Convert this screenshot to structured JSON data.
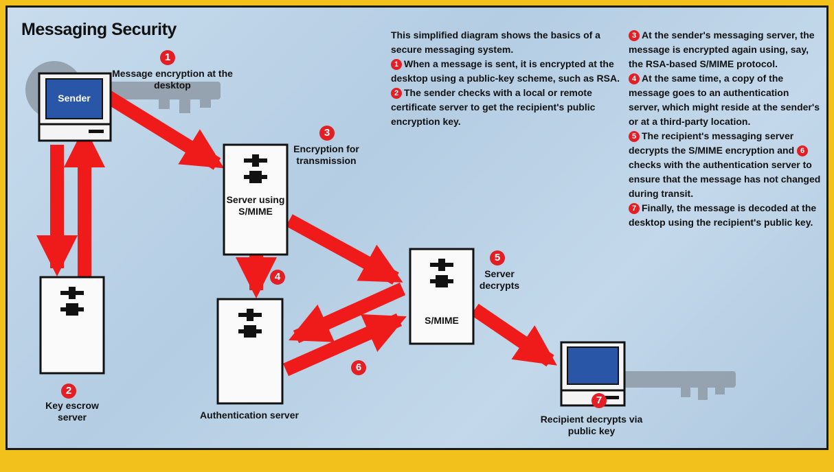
{
  "title": "Messaging Security",
  "labels": {
    "sender": "Sender",
    "step1_caption": "Message encryption at the desktop",
    "step3_caption": "Encryption for transmission",
    "server_using_smime": "Server using S/MIME",
    "key_escrow": "Key escrow server",
    "authentication_server": "Authentication server",
    "smime": "S/MIME",
    "server_decrypts": "Server decrypts",
    "recipient": "Recipient decrypts via public key"
  },
  "badges": {
    "b1": "1",
    "b2": "2",
    "b3": "3",
    "b4": "4",
    "b5": "5",
    "b6": "6",
    "b7": "7"
  },
  "description": {
    "intro": "This simplified diagram shows the basics of a secure messaging system.",
    "steps": [
      {
        "num": "1",
        "text": "When a message is sent, it is encrypted at the desktop using a public-key scheme, such as RSA."
      },
      {
        "num": "2",
        "text": "The sender checks with a local or remote certificate server to get the recipient's public encryption key."
      },
      {
        "num": "3",
        "text": "At the sender's messaging server, the message is encrypted again using, say, the RSA-based S/MIME protocol."
      },
      {
        "num": "4",
        "text": "At the same time, a copy of the message goes to an authentication server, which might reside at the sender's or at a third-party location."
      },
      {
        "num": "5",
        "text": "The recipient's messaging server decrypts the S/MIME encryption and"
      },
      {
        "num": "6",
        "text": "checks with the authentication server to ensure that the message has not changed during transit."
      },
      {
        "num": "7",
        "text": "Finally, the message is decoded at the desktop using the recipient's public key."
      }
    ]
  },
  "colors": {
    "arrow": "#ef1b1b",
    "badge": "#e31e24",
    "background": "#b9d2e7",
    "border": "#f3c11c",
    "screen": "#2a56a8"
  }
}
